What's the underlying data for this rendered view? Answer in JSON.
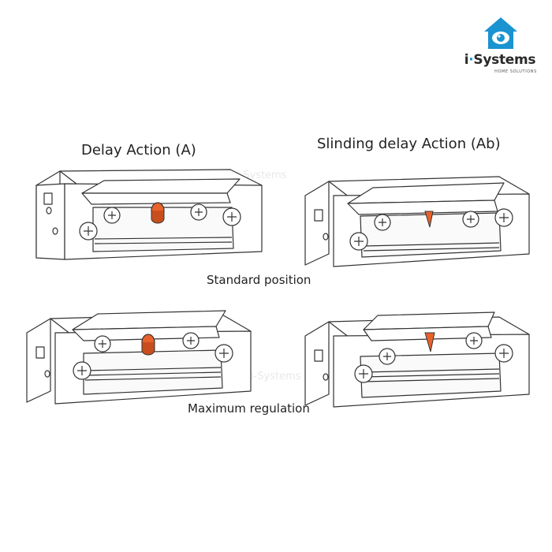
{
  "brand": {
    "name_prefix": "i",
    "name_dot": "·",
    "name_rest": "Systems",
    "tagline": "HOME SOLUTIONS",
    "accent_color": "#1a93d1",
    "icon": "house-eye-icon"
  },
  "headings": {
    "left": "Delay Action (A)",
    "right": "Slinding delay Action (Ab)"
  },
  "captions": {
    "top_row": "Standard position",
    "bottom_row": "Maximum regulation"
  },
  "watermark": "i-Systems",
  "colors": {
    "outline": "#333333",
    "adjuster": "#e8622c",
    "body_fill": "#ffffff",
    "shade": "#cccccc"
  },
  "diagrams": [
    {
      "action": "Delay Action (A)",
      "position": "Standard position",
      "adjuster": "round-pin"
    },
    {
      "action": "Slinding delay Action (Ab)",
      "position": "Standard position",
      "adjuster": "v-slider"
    },
    {
      "action": "Delay Action (A)",
      "position": "Maximum regulation",
      "adjuster": "round-pin"
    },
    {
      "action": "Slinding delay Action (Ab)",
      "position": "Maximum regulation",
      "adjuster": "v-slider"
    }
  ]
}
